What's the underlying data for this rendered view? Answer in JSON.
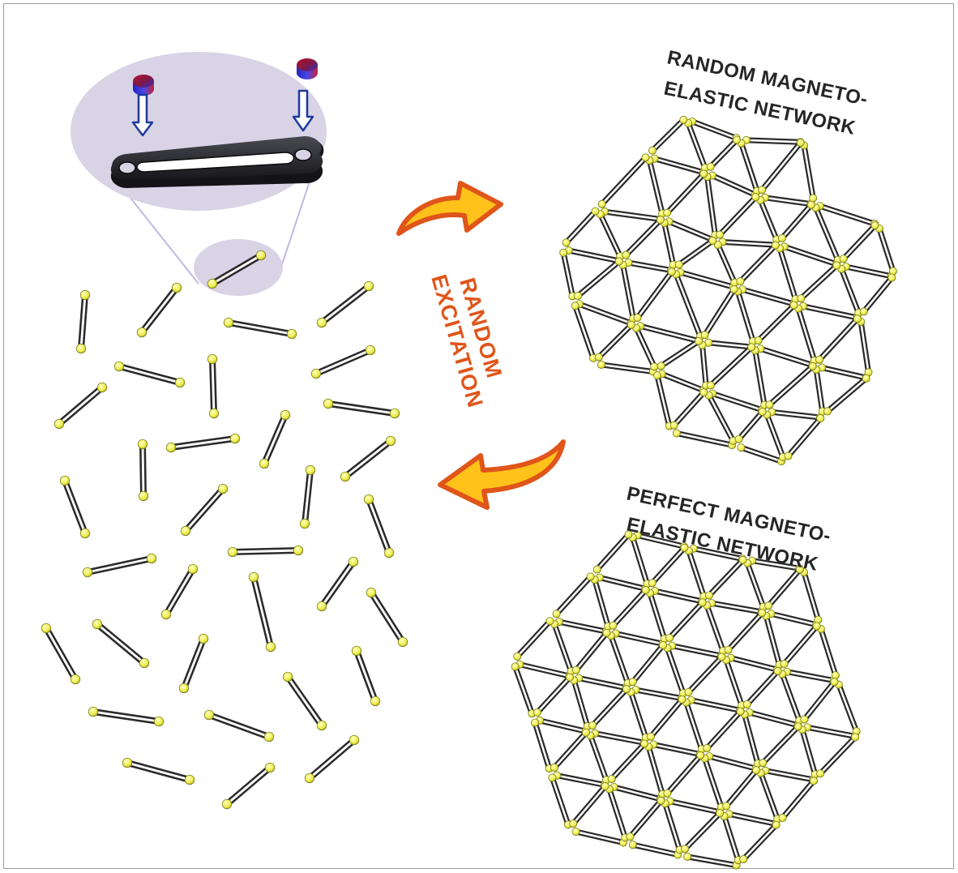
{
  "labels": {
    "random_network_line1": "RANDOM MAGNETO-",
    "random_network_line2": "ELASTIC NETWORK",
    "perfect_network_line1": "PERFECT MAGNETO-",
    "perfect_network_line2": "ELASTIC NETWORK",
    "excitation_line1": "RANDOM",
    "excitation_line2": "EXCITATION"
  },
  "colors": {
    "rod": "#2b2b2b",
    "rod_inner": "#ffffff",
    "magnet_dot": "#f3f25a",
    "magnet_dot_edge": "#7b7b20",
    "inset_fill": "#d9d3e6",
    "arrow_fill": "#ffc21a",
    "arrow_edge": "#e0551a",
    "magnet_top": "#3a3ad8",
    "magnet_bottom": "#c0202c",
    "inset_arrow": "#1f3a9c"
  },
  "icons": {
    "upper_arrow": "curved-arrow-right-icon",
    "lower_arrow": "curved-arrow-left-icon",
    "magnet_left": "magnet-disc-icon",
    "magnet_right": "magnet-disc-icon"
  }
}
